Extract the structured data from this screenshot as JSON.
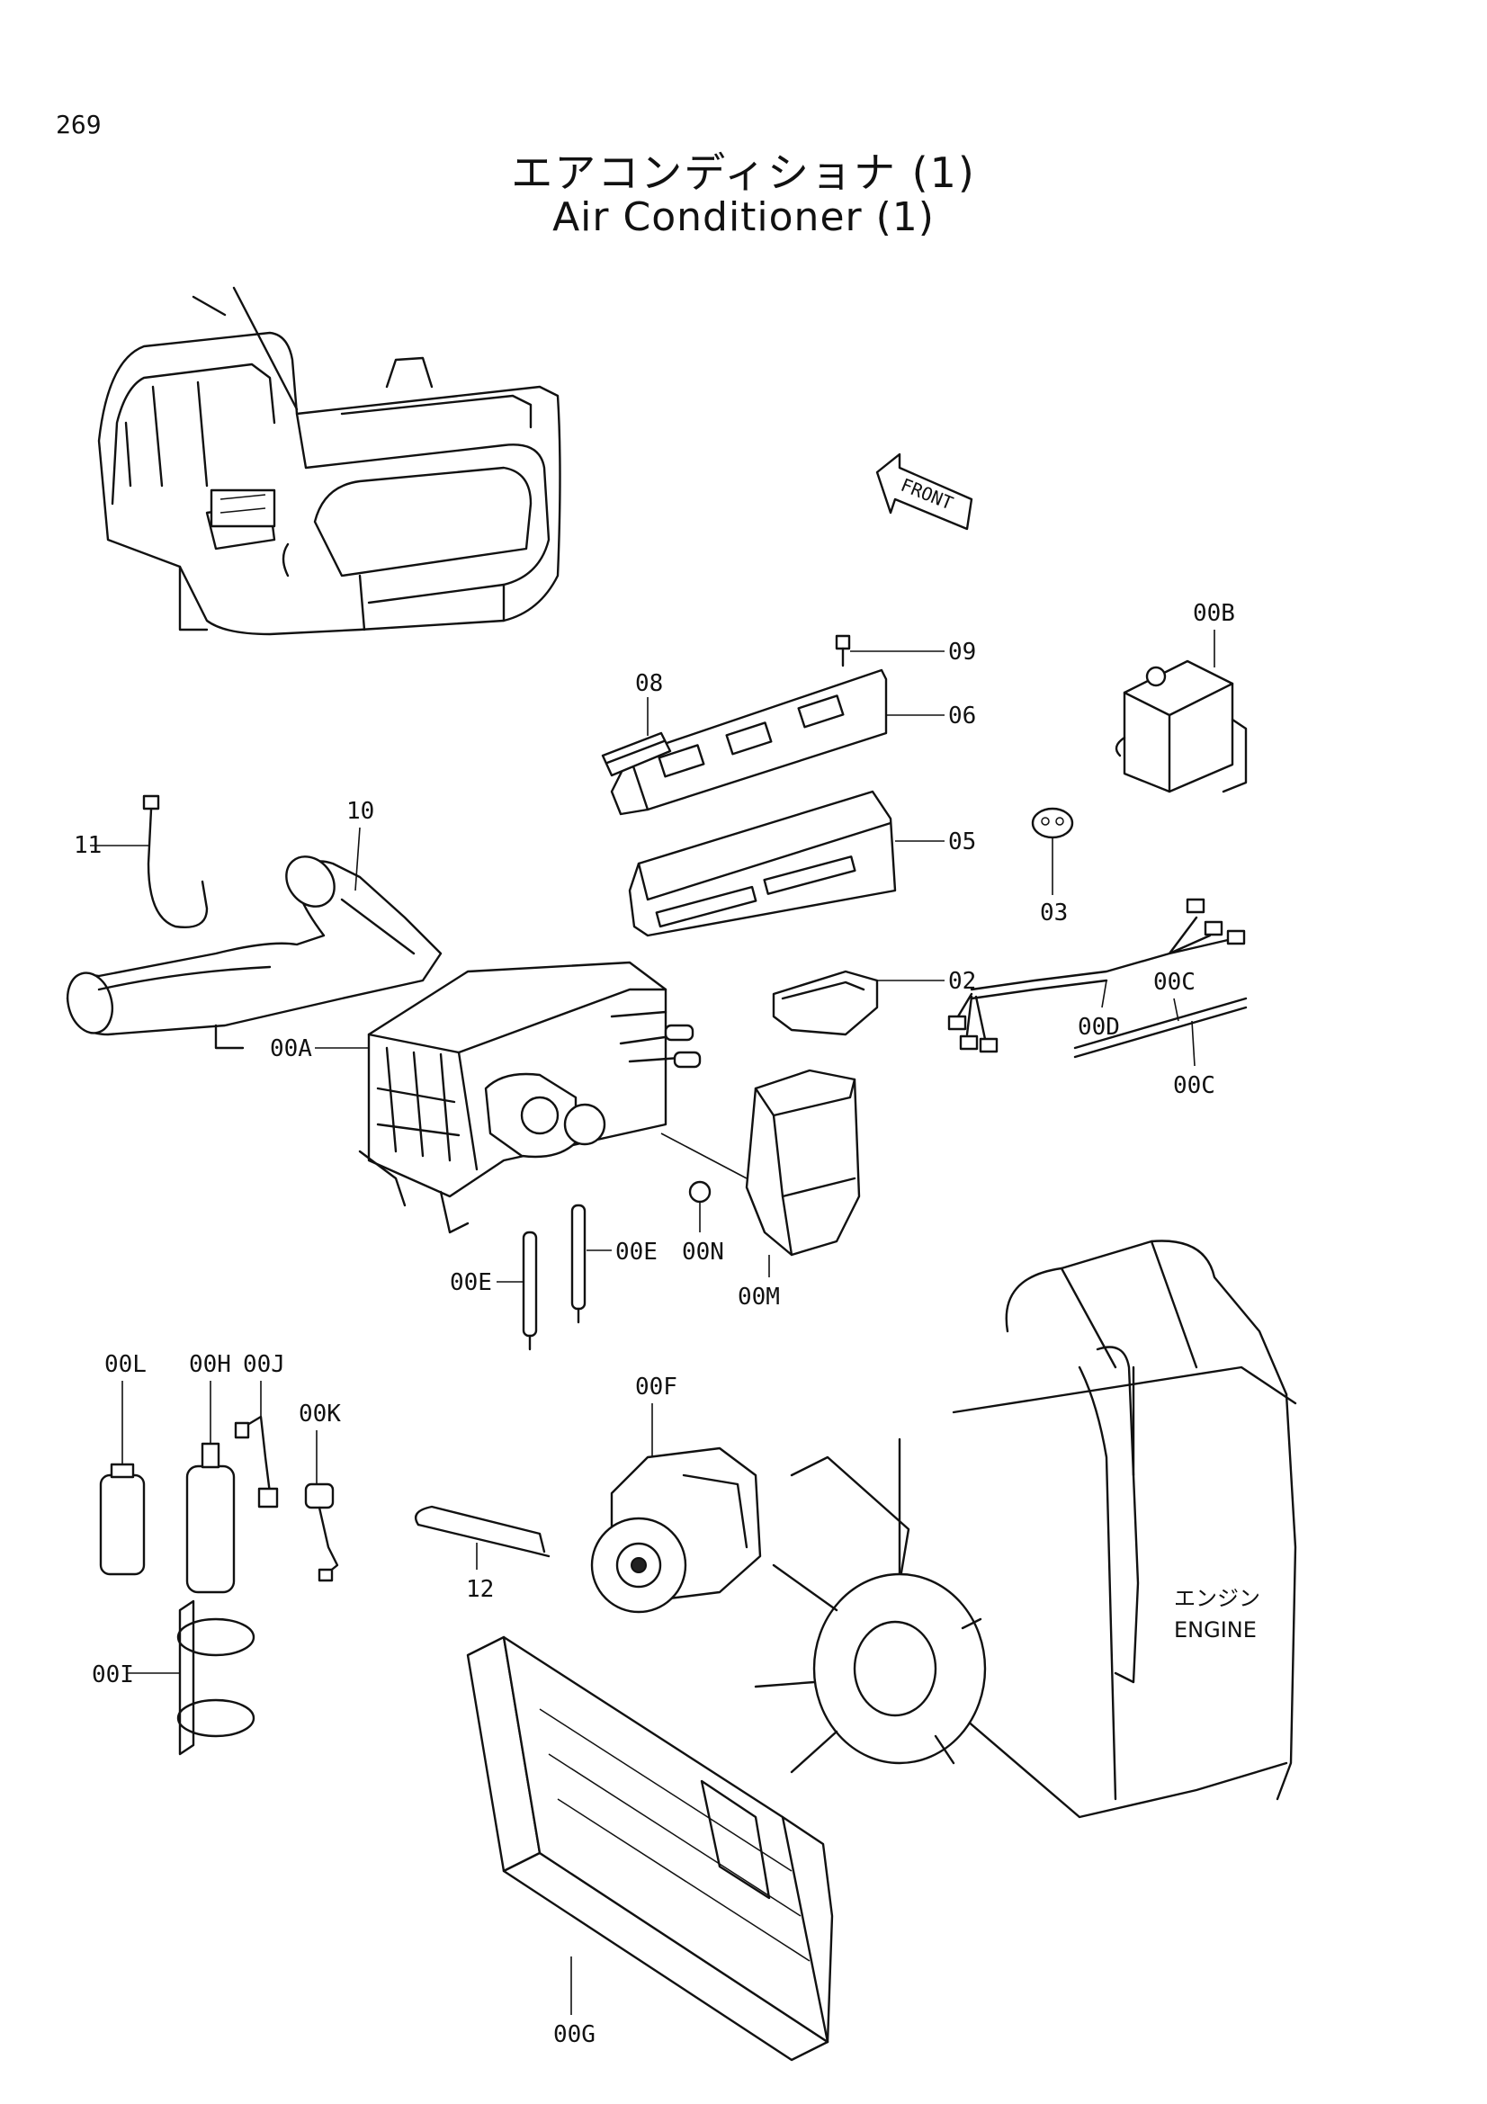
{
  "page_number": "269",
  "title": {
    "japanese": "エアコンディショナ (1)",
    "english": "Air Conditioner (1)"
  },
  "front_arrow": {
    "label": "FRONT"
  },
  "engine_label": {
    "japanese": "エンジン",
    "english": "ENGINE"
  },
  "callouts": {
    "c09": "09",
    "c08": "08",
    "c06": "06",
    "c00B": "00B",
    "c10": "10",
    "c11": "11",
    "c05": "05",
    "c03": "03",
    "c02": "02",
    "c00C_top": "00C",
    "c00D": "00D",
    "c00C_bottom": "00C",
    "c00A": "00A",
    "c00E_right": "00E",
    "c00N": "00N",
    "c00E_left": "00E",
    "c00M": "00M",
    "c00L": "00L",
    "c00H": "00H",
    "c00J": "00J",
    "c00K": "00K",
    "c00F": "00F",
    "c12": "12",
    "c00I": "00I",
    "c00G": "00G"
  }
}
